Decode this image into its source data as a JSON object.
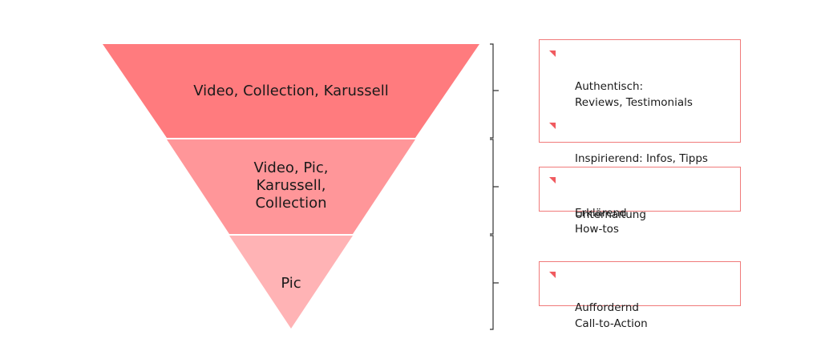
{
  "funnel": {
    "levels": [
      {
        "label": "Video, Collection, Karussell",
        "color": "#ff7b7e"
      },
      {
        "label": "Video, Pic,\nKarussell,\nCollection",
        "color": "#ff9699"
      },
      {
        "label": "Pic",
        "color": "#ffb3b5"
      }
    ],
    "bracket_color": "#333333"
  },
  "info_boxes": [
    {
      "items": [
        "Authentisch:\nReviews, Testimonials",
        "Inspirierend: Infos, Tipps",
        "Unterhaltung"
      ]
    },
    {
      "items": [
        "Erklärend\nHow-tos"
      ]
    },
    {
      "items": [
        "Auffordernd\nCall-to-Action"
      ]
    }
  ],
  "style": {
    "accent": "#f05a5f",
    "box_border": "#f07a7a"
  }
}
